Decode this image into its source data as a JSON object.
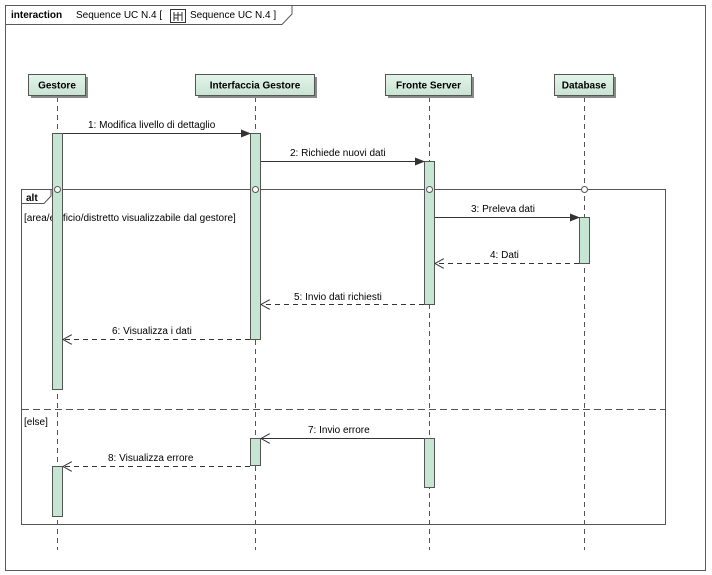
{
  "frame": {
    "keyword": "interaction",
    "name": "Sequence UC N.4 [",
    "icon": "sequence-diagram-icon",
    "name_ref": "Sequence UC N.4 ]"
  },
  "lifelines": [
    {
      "name": "Gestore"
    },
    {
      "name": "Interfaccia Gestore"
    },
    {
      "name": "Fronte Server"
    },
    {
      "name": "Database"
    }
  ],
  "messages": [
    {
      "label": "1: Modifica livello di dettaglio",
      "type": "sync"
    },
    {
      "label": "2: Richiede nuovi dati",
      "type": "sync"
    },
    {
      "label": "3: Preleva dati",
      "type": "sync"
    },
    {
      "label": "4: Dati",
      "type": "reply"
    },
    {
      "label": "5: Invio dati richiesti",
      "type": "reply"
    },
    {
      "label": "6: Visualizza i dati",
      "type": "reply"
    },
    {
      "label": "7: Invio errore",
      "type": "sync"
    },
    {
      "label": "8: Visualizza errore",
      "type": "reply"
    }
  ],
  "fragment": {
    "operator": "alt",
    "guard1": "[area/edificio/distretto visualizzabile dal gestore]",
    "guard2": "[else]"
  },
  "colors": {
    "lifeline_fill": "#d4ece0",
    "activation_fill": "#c6e6d4",
    "frame_border": "#5a5a5a"
  }
}
